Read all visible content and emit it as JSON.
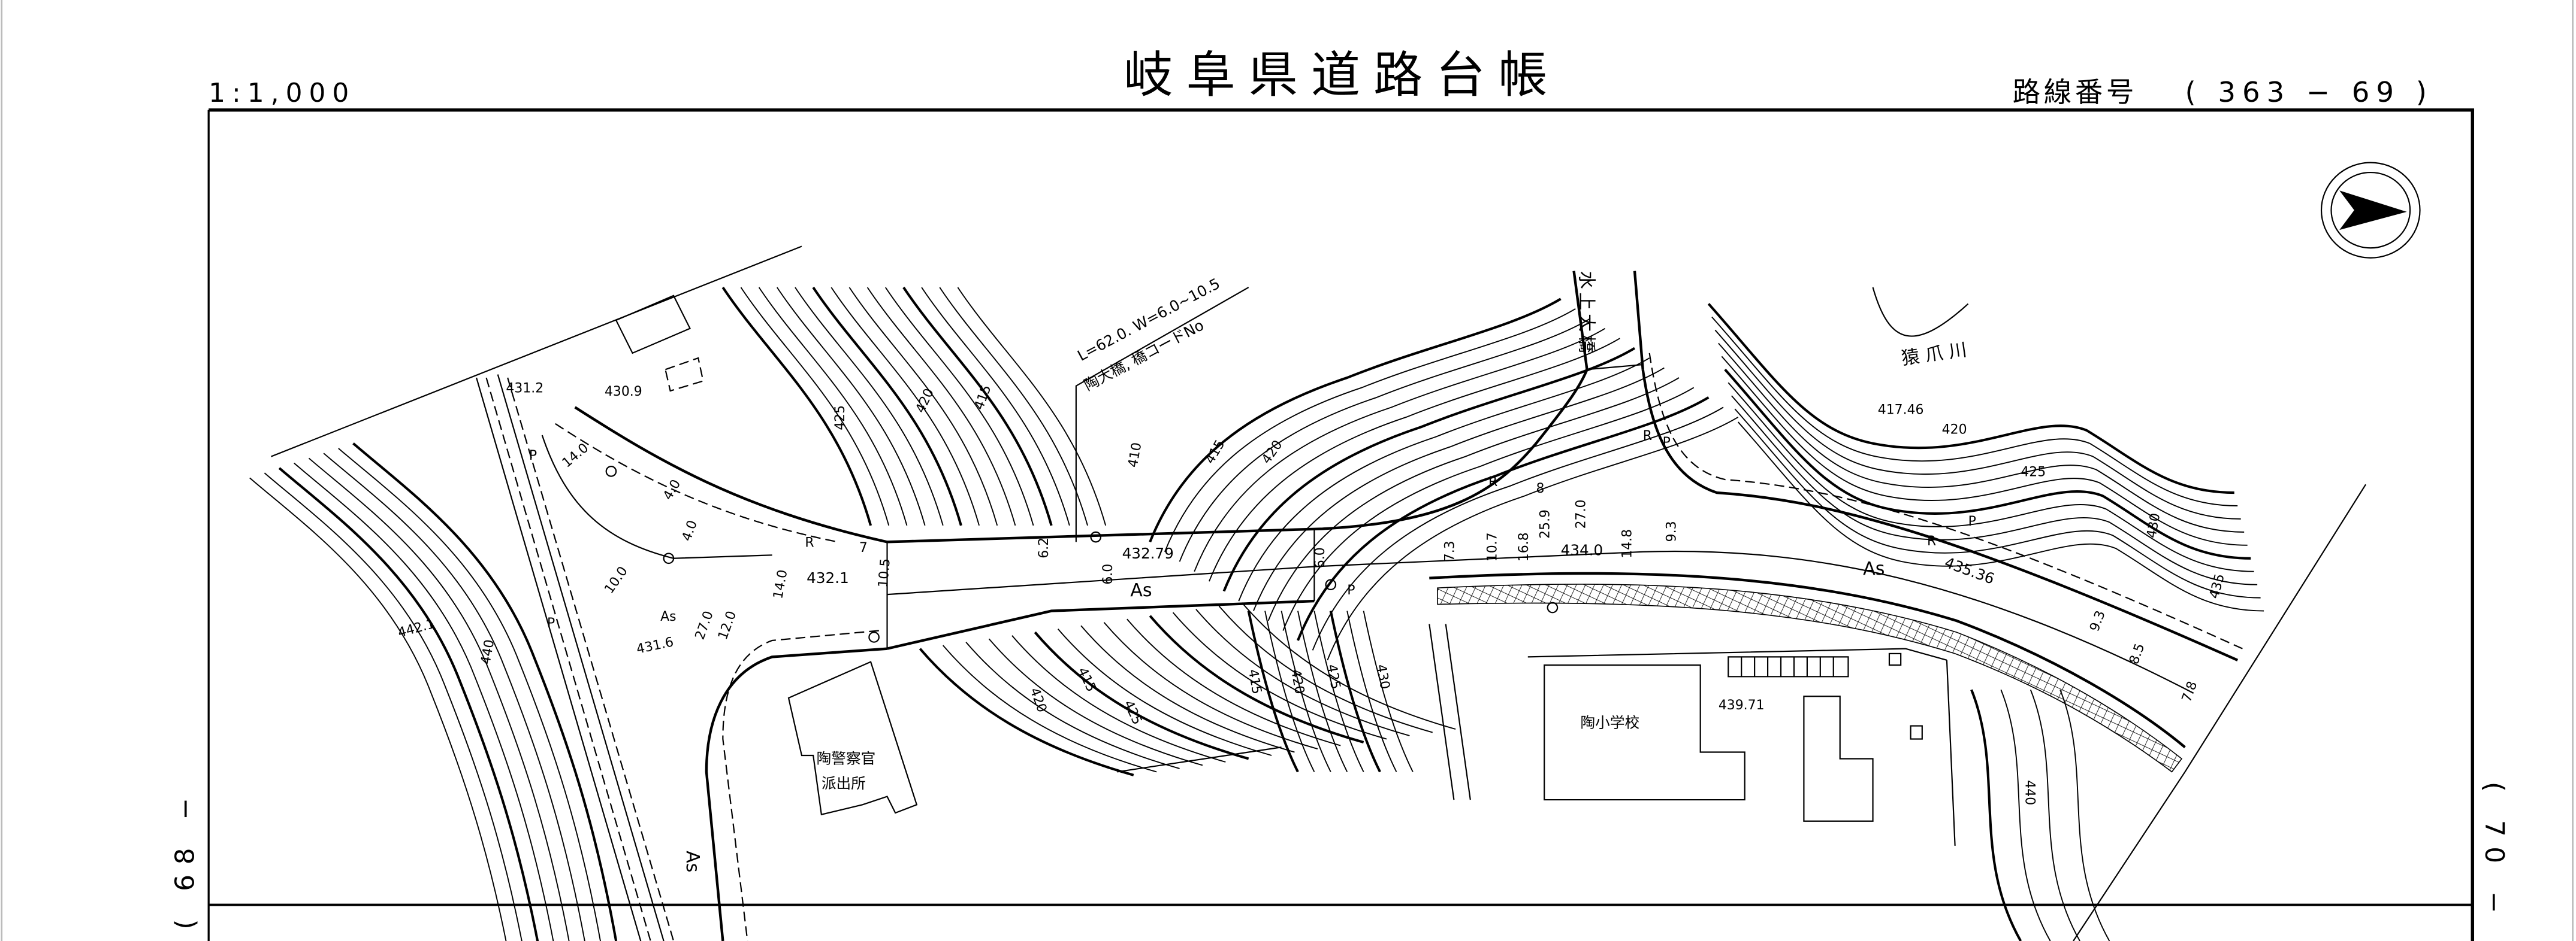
{
  "header": {
    "title": "岐阜県道路台帳",
    "scale": "1:1,000",
    "route_label": "路線番号",
    "route_number": "( 363 − 69 )"
  },
  "sheet_refs": {
    "left": "( 68 −",
    "right": "( 70 −"
  },
  "map": {
    "bridge_spec": "L=62.0. W=6.0~10.5",
    "bridge_name": "陶大橋, 橋コードNo",
    "bridge2": "水上大橋",
    "river": "猿 爪 川",
    "police_box": [
      "陶警察官",
      "派出所"
    ],
    "school": "陶小学校",
    "surface": "As",
    "markers": {
      "r": "R",
      "p": "P"
    },
    "elevations": [
      "432.79",
      "434.0",
      "435.36",
      "432.1",
      "431.2",
      "430.9",
      "431.6",
      "442.1",
      "417.46",
      "439.71"
    ],
    "widths": [
      "6.2",
      "6.0",
      "6.0",
      "7.3",
      "10.7",
      "16.8",
      "8",
      "25.9",
      "27.0",
      "14.8",
      "9.3",
      "9.3",
      "8.5",
      "7.8",
      "14.0",
      "4.0",
      "4.0",
      "10.0",
      "27.0",
      "12.0",
      "14.0",
      "10.5",
      "7"
    ],
    "contours": [
      "425",
      "420",
      "415",
      "410",
      "415",
      "420",
      "425",
      "420",
      "415",
      "415",
      "420",
      "425",
      "430",
      "420",
      "425",
      "430",
      "435",
      "440",
      "440"
    ]
  },
  "north_arrow": "north-arrow-icon"
}
